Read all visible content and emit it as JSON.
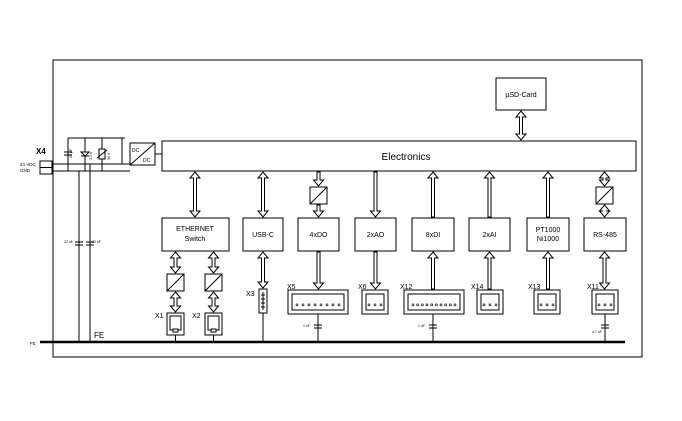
{
  "blocks": {
    "electronics": "Electronics",
    "sd_card": "µSD-Card",
    "ethernet_switch_1": "ETHERNET",
    "ethernet_switch_2": "Switch",
    "usb_c": "USB-C",
    "do": "4xDO",
    "ao": "2xAO",
    "di": "8xDI",
    "ai": "2xAI",
    "pt_1": "PT1000",
    "pt_2": "Ni1000",
    "rs485": "RS-485",
    "dcdc_in": "DC",
    "dcdc_out": "DC"
  },
  "connectors": {
    "x1": "X1",
    "x2": "X2",
    "x3": "X3",
    "x4": "X4",
    "x5": "X5",
    "x6": "X6",
    "x11": "X11",
    "x12": "X12",
    "x13": "X13",
    "x14": "X14"
  },
  "power": {
    "vdc": "24 VDC",
    "gnd": "GND",
    "fe_small": "FE",
    "fe_bus": "FE"
  },
  "components": {
    "cap_22nf_a": "22 nF",
    "cap_22nf_b": "22 nF",
    "cap_1nf_a": "1 nF",
    "cap_1nf_b": "1 nF",
    "cap_4_7nf": "4.7 nF",
    "input_c1": "22 µF",
    "input_c2": "3.3 V",
    "input_c3": "30 V"
  }
}
